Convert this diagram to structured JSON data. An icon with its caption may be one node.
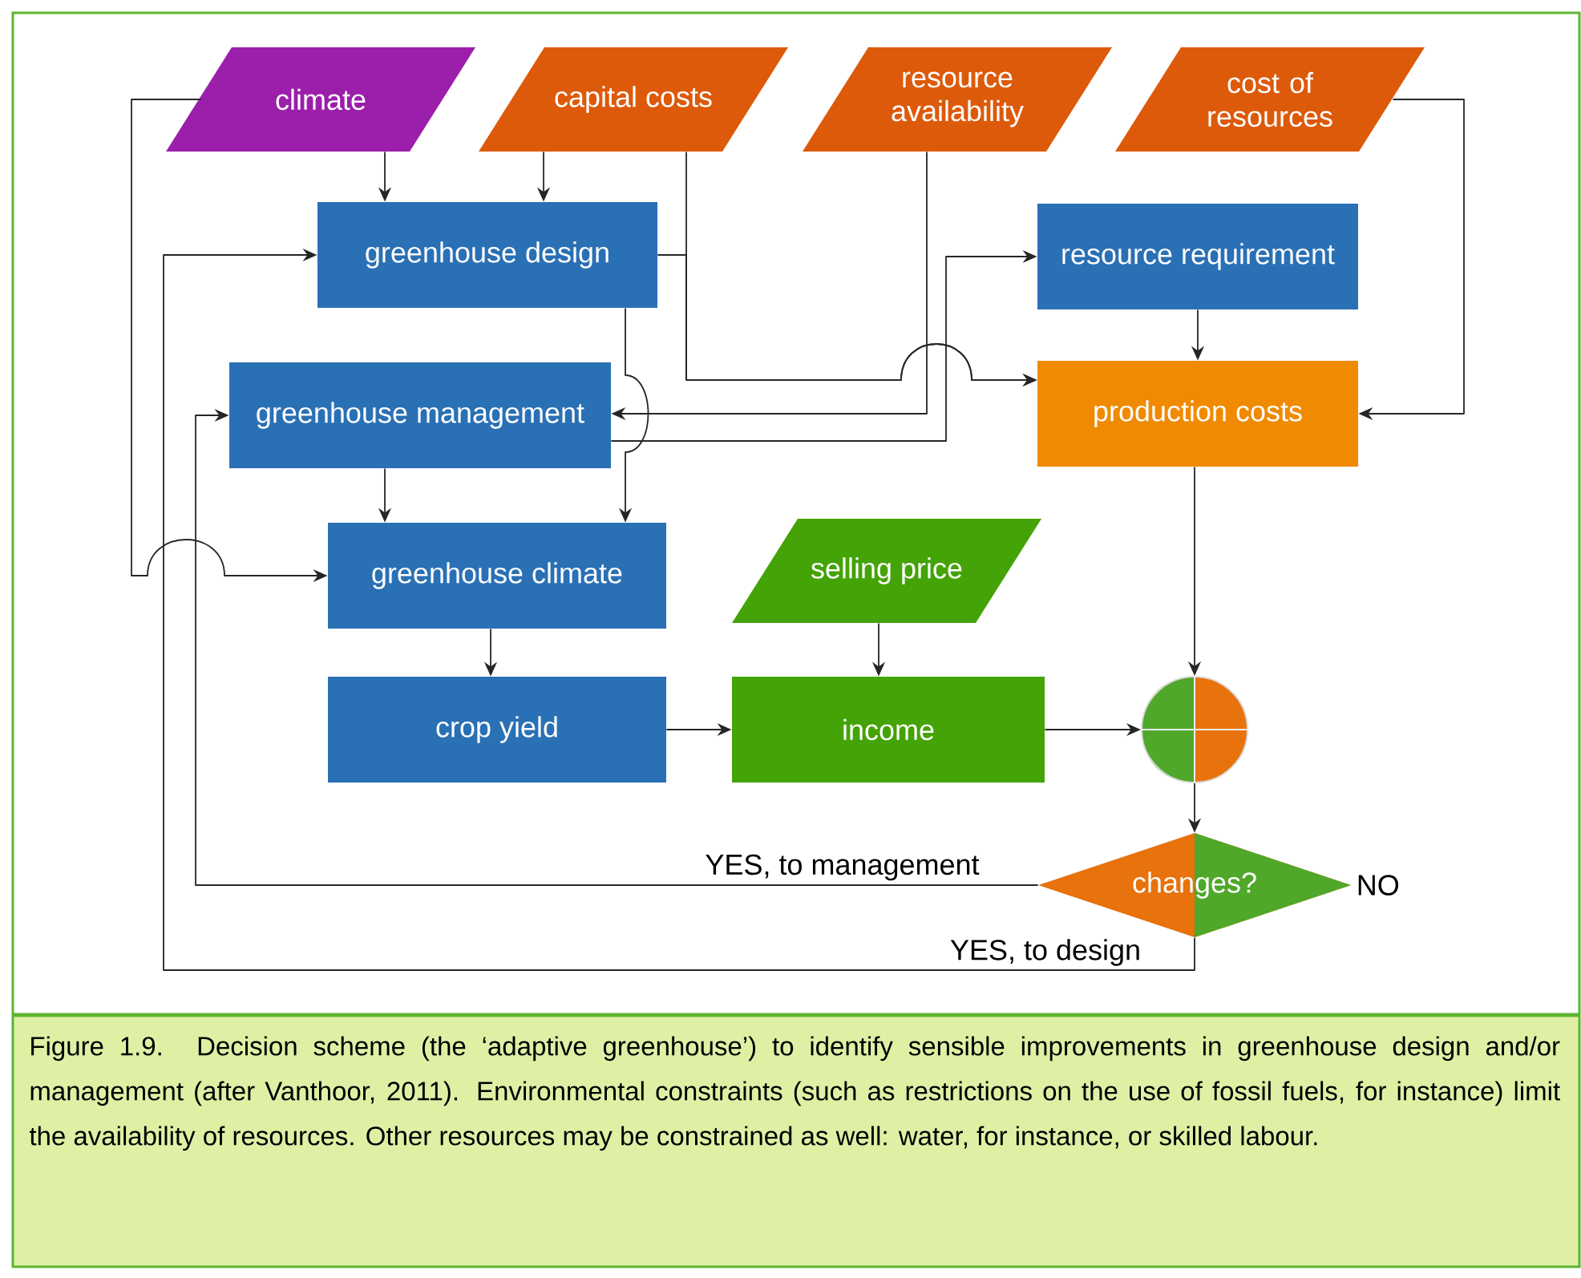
{
  "diagram": {
    "caption": "Figure 1.9. Decision scheme (the ‘adaptive greenhouse’) to identify sensible improvements in greenhouse design and/or management (after Vanthoor, 2011). Environmental constraints (such as restrictions on the use of fossil fuels, for instance) limit the availability of resources. Other resources may be constrained as well: water, for instance, or skilled labour.",
    "nodes": [
      {
        "text": [
          "climate"
        ]
      },
      {
        "text": [
          "capital costs"
        ]
      },
      {
        "text": [
          "resource availability"
        ]
      },
      {
        "text": [
          "cost of resources"
        ]
      },
      {
        "text": [
          "greenhouse design"
        ]
      },
      {
        "text": [
          "resource requirement"
        ]
      },
      {
        "text": [
          "greenhouse management"
        ]
      },
      {
        "text": [
          "production costs"
        ]
      },
      {
        "text": [
          "greenhouse climate"
        ]
      },
      {
        "text": [
          "selling price"
        ]
      },
      {
        "text": [
          "crop yield"
        ]
      },
      {
        "text": [
          "income"
        ]
      },
      {
        "text": [],
        "shape": "circle"
      },
      {
        "text": [
          "changes?"
        ],
        "beside": [
          "NO"
        ]
      }
    ],
    "edges": [
      {
        "from": 0,
        "to": 4,
        "arrow": "to"
      },
      {
        "from": 1,
        "to": 4,
        "arrow": "to"
      },
      {
        "from": 0,
        "to": 8,
        "arrow": "to"
      },
      {
        "from": 1,
        "to": 7,
        "arrow": "to"
      },
      {
        "from": 4,
        "to": 7,
        "arrow": "to"
      },
      {
        "from": 4,
        "to": 8,
        "arrow": "to"
      },
      {
        "from": 2,
        "to": 6,
        "arrow": "to"
      },
      {
        "from": 6,
        "to": 5,
        "arrow": "to"
      },
      {
        "from": 6,
        "to": 8,
        "arrow": "to"
      },
      {
        "from": 3,
        "to": 7,
        "arrow": "to"
      },
      {
        "from": 5,
        "to": 7,
        "arrow": "to"
      },
      {
        "from": 7,
        "to": 12,
        "arrow": "to"
      },
      {
        "from": 8,
        "to": 10,
        "arrow": "to"
      },
      {
        "from": 9,
        "to": 11,
        "arrow": "to"
      },
      {
        "from": 10,
        "to": 11,
        "arrow": "to"
      },
      {
        "from": 11,
        "to": 12,
        "arrow": "to"
      },
      {
        "from": 12,
        "to": 13,
        "arrow": "to"
      },
      {
        "from": 13,
        "to": 6,
        "arrow": "to",
        "label": "YES, to management"
      },
      {
        "from": 13,
        "to": 4,
        "arrow": "to",
        "label": "YES, to design"
      }
    ]
  }
}
